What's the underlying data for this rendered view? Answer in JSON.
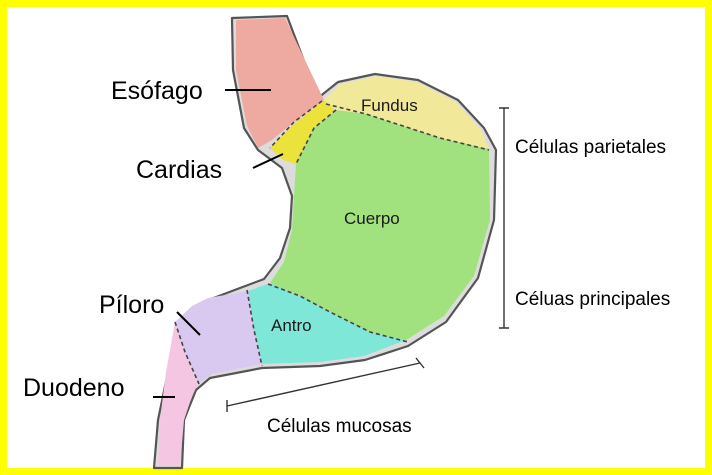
{
  "colors": {
    "border": "#ffff00",
    "esofago": "#eeaaa0",
    "cardias": "#ebe23c",
    "fundus": "#f2e89a",
    "cuerpo": "#a2e27e",
    "antro": "#7ee7d8",
    "piloro": "#d9c9f0",
    "duodeno": "#f4c6e2",
    "wall": "#dcdcdc"
  },
  "labels": {
    "esofago": "Esófago",
    "cardias": "Cardias",
    "piloro": "Píloro",
    "duodeno": "Duodeno",
    "fundus": "Fundus",
    "cuerpo": "Cuerpo",
    "antro": "Antro",
    "celulas_parietales": "Células parietales",
    "celulas_principales": "Céluas principales",
    "celulas_mucosas": "Células mucosas"
  }
}
